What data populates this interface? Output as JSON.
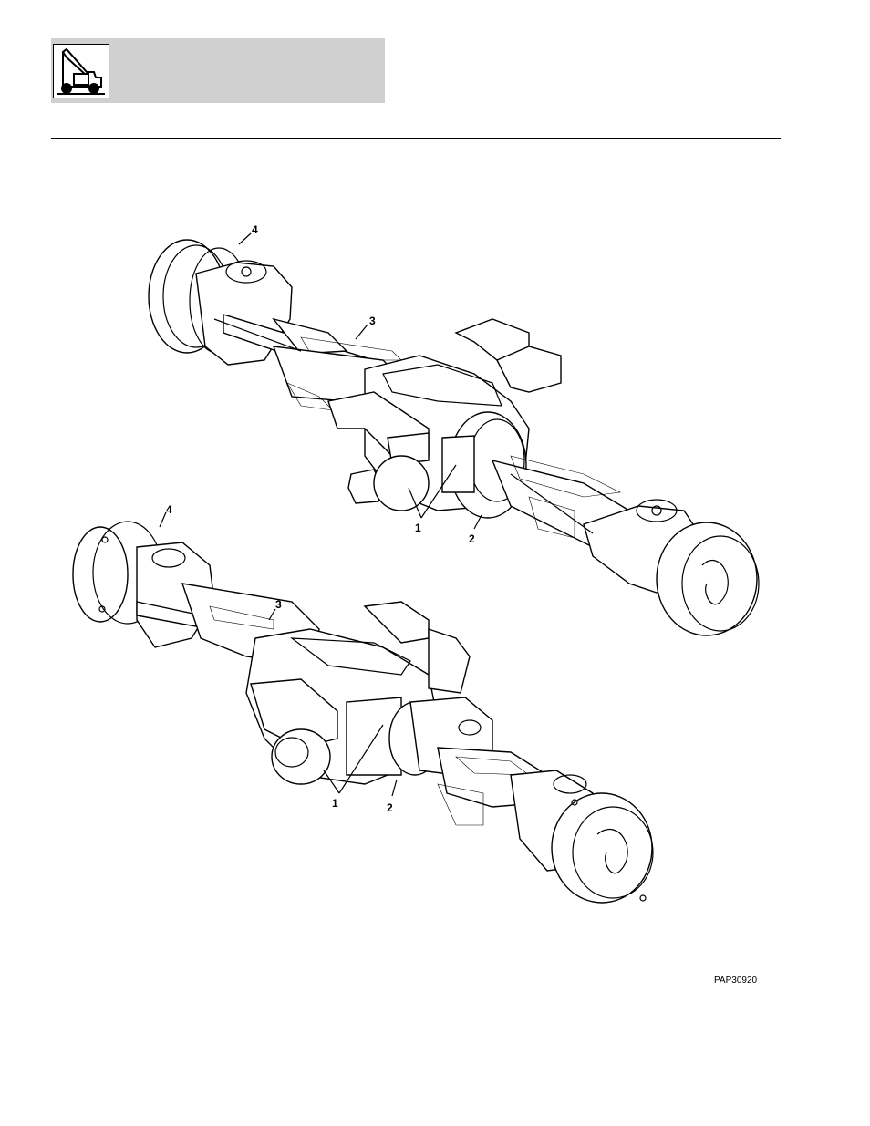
{
  "header": {
    "logo_icon": "loader-vehicle-icon"
  },
  "figure": {
    "figure_id": "PAP30920",
    "upper_axle": {
      "callouts": [
        "4",
        "3",
        "1",
        "2"
      ]
    },
    "lower_axle": {
      "callouts": [
        "4",
        "3",
        "1",
        "2"
      ]
    }
  }
}
